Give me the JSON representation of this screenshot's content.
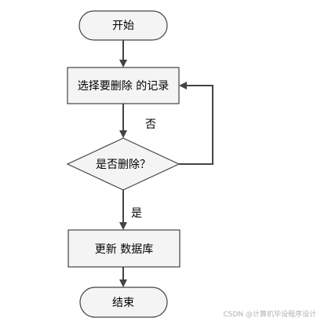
{
  "diagram": {
    "nodes": {
      "start": {
        "label": "开始",
        "shape": "terminator"
      },
      "select": {
        "label": "选择要删除 的记录",
        "shape": "process"
      },
      "decision": {
        "label": "是否删除？",
        "shape": "decision"
      },
      "update": {
        "label": "更新 数据库",
        "shape": "process"
      },
      "end": {
        "label": "结束",
        "shape": "terminator"
      }
    },
    "edges": {
      "no_label": "否",
      "yes_label": "是"
    }
  },
  "watermark": "CSDN @计算机毕设程序设计",
  "colors": {
    "fill": "#f4f4f4",
    "stroke": "#444444",
    "text": "#000000",
    "watermark": "#b0b0b0"
  }
}
